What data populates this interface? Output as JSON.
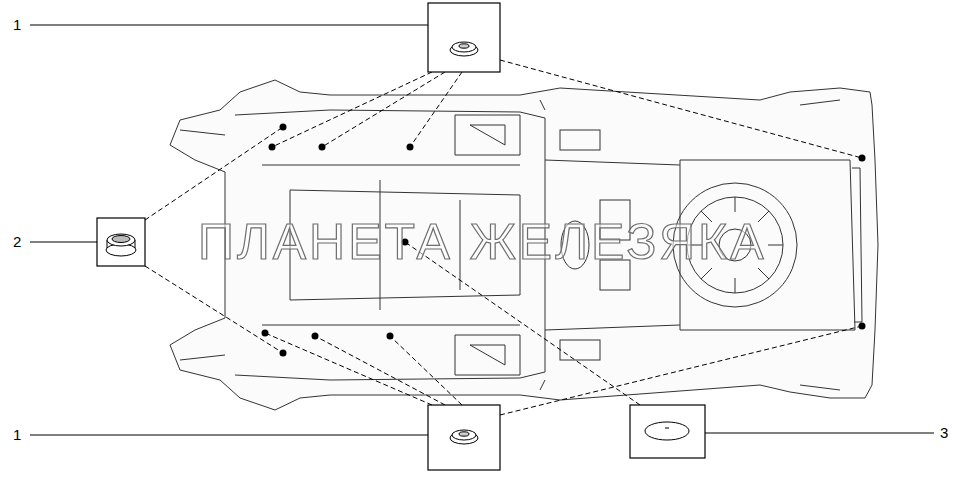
{
  "diagram": {
    "labels": [
      "1",
      "2",
      "1",
      "3",
      "ПЛАНЕТА ЖЕЛЕЗЯКА"
    ]
  }
}
